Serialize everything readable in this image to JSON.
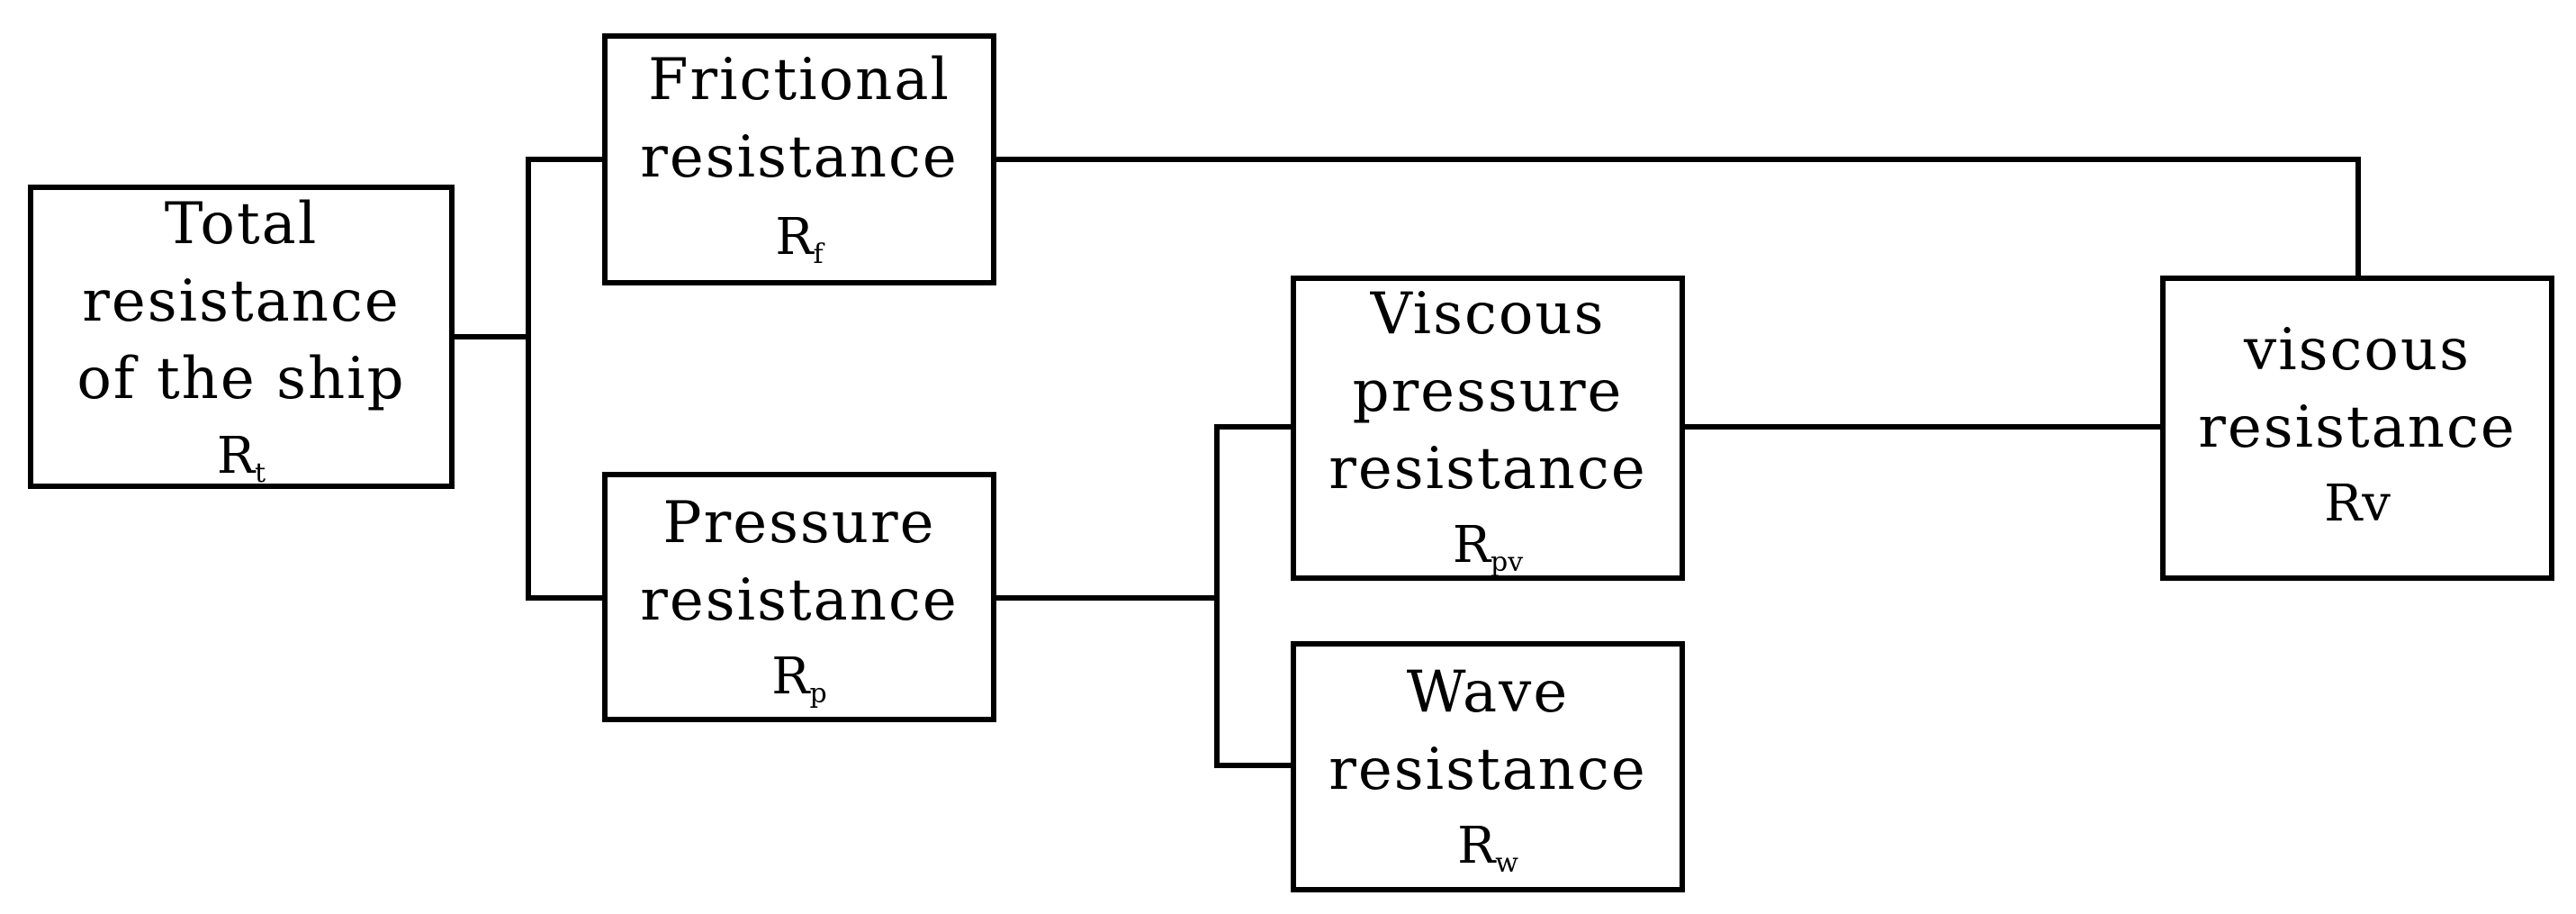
{
  "diagram": {
    "line_color": "#000000",
    "background": "#ffffff",
    "nodes": {
      "total": {
        "lines": [
          "Total",
          "resistance",
          "of the ship"
        ],
        "symbol": "R",
        "subscript": "t"
      },
      "frictional": {
        "lines": [
          "Frictional",
          "resistance"
        ],
        "symbol": "R",
        "subscript": "f"
      },
      "pressure": {
        "lines": [
          "Pressure",
          "resistance"
        ],
        "symbol": "R",
        "subscript": "p"
      },
      "viscous_pressure": {
        "lines": [
          "Viscous",
          "pressure",
          "resistance"
        ],
        "symbol": "R",
        "subscript": "pv"
      },
      "wave": {
        "lines": [
          "Wave",
          "resistance"
        ],
        "symbol": "R",
        "subscript": "w"
      },
      "viscous": {
        "lines": [
          "viscous",
          "resistance"
        ],
        "symbol": "Rv",
        "subscript": ""
      }
    }
  }
}
